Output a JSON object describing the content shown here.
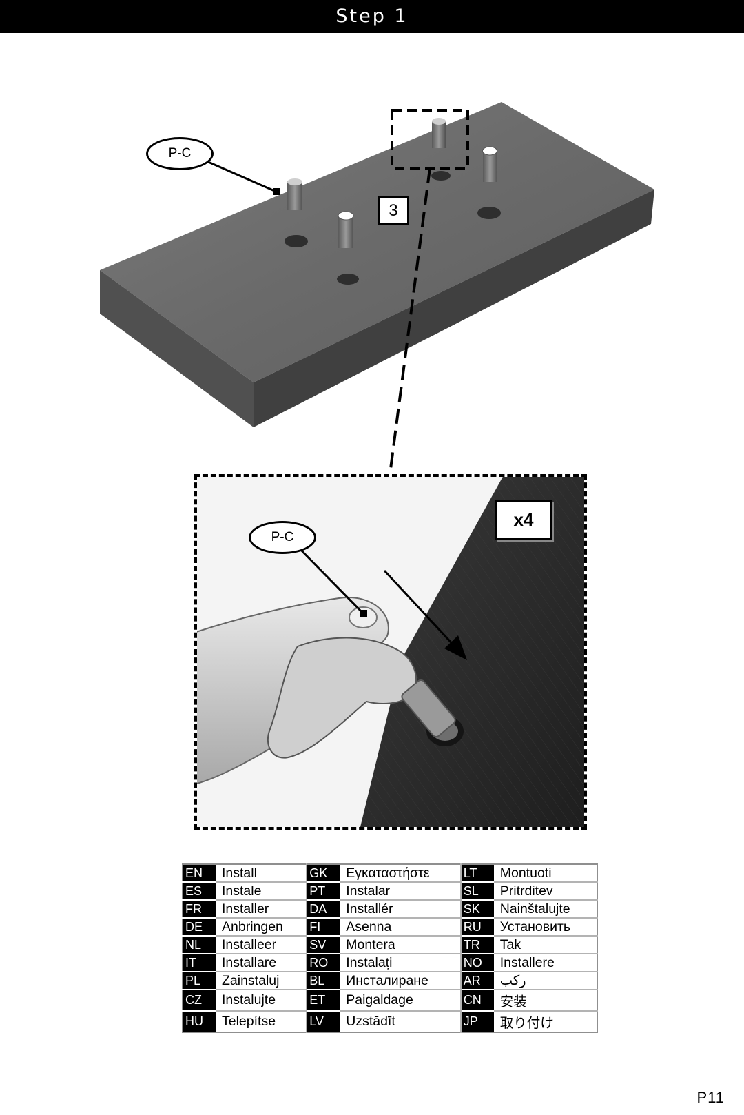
{
  "header": {
    "title": "Step 1"
  },
  "diagram": {
    "part_label": "P-C",
    "step_number": "3"
  },
  "zoom": {
    "part_label": "P-C",
    "quantity": "x4"
  },
  "languages": {
    "col1": [
      {
        "code": "EN",
        "text": "Install"
      },
      {
        "code": "ES",
        "text": "Instale"
      },
      {
        "code": "FR",
        "text": "Installer"
      },
      {
        "code": "DE",
        "text": "Anbringen"
      },
      {
        "code": "NL",
        "text": "Installeer"
      },
      {
        "code": "IT",
        "text": "Installare"
      },
      {
        "code": "PL",
        "text": "Zainstaluj"
      },
      {
        "code": "CZ",
        "text": "Instalujte"
      },
      {
        "code": "HU",
        "text": "Telepítse"
      }
    ],
    "col2": [
      {
        "code": "GK",
        "text": "Εγκαταστήστε"
      },
      {
        "code": "PT",
        "text": "Instalar"
      },
      {
        "code": "DA",
        "text": "Installér"
      },
      {
        "code": "FI",
        "text": "Asenna"
      },
      {
        "code": "SV",
        "text": "Montera"
      },
      {
        "code": "RO",
        "text": "Instalați"
      },
      {
        "code": "BL",
        "text": "Инсталиране"
      },
      {
        "code": "ET",
        "text": "Paigaldage"
      },
      {
        "code": "LV",
        "text": "Uzstādīt"
      }
    ],
    "col3": [
      {
        "code": "LT",
        "text": "Montuoti"
      },
      {
        "code": "SL",
        "text": "Pritrditev"
      },
      {
        "code": "SK",
        "text": "Nainštalujte"
      },
      {
        "code": "RU",
        "text": "Установить"
      },
      {
        "code": "TR",
        "text": "Tak"
      },
      {
        "code": "NO",
        "text": "Installere"
      },
      {
        "code": "AR",
        "text": "ركب"
      },
      {
        "code": "CN",
        "text": "安装"
      },
      {
        "code": "JP",
        "text": "取り付け"
      }
    ]
  },
  "footer": {
    "page": "P11"
  },
  "colors": {
    "header_bg": "#000000",
    "board": "#6b6b6b",
    "board_edge": "#4a4a4a"
  }
}
